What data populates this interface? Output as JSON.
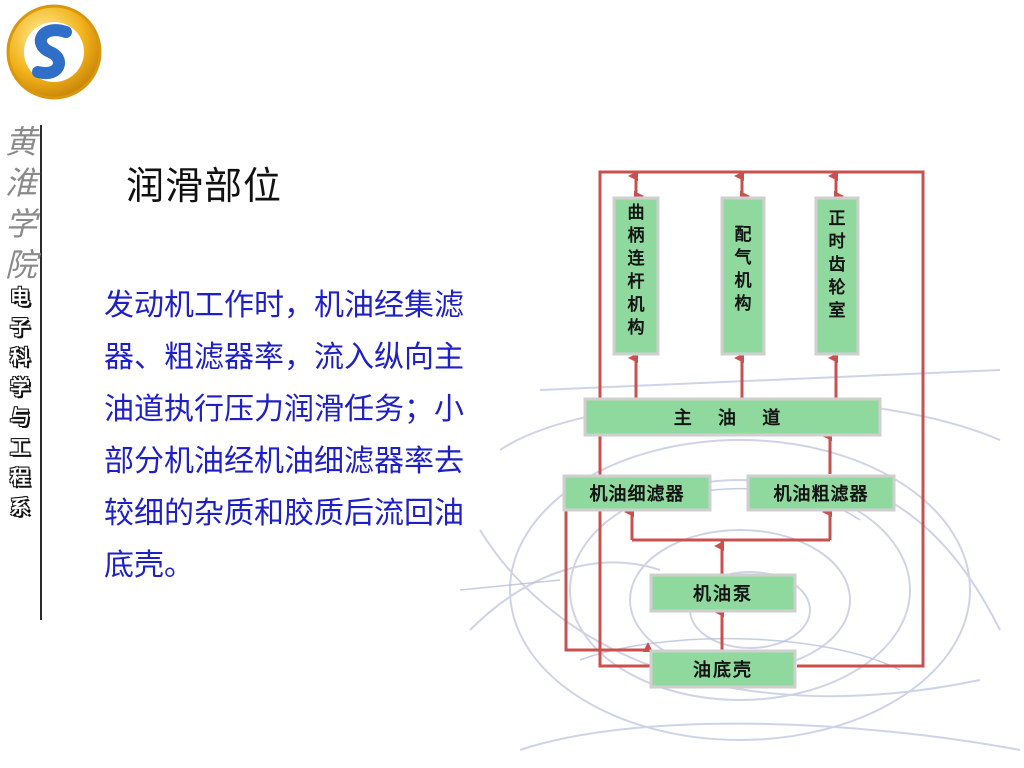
{
  "slide": {
    "title": "润滑部位",
    "body": "发动机工作时，机油经集滤器、粗滤器率，流入纵向主油道执行压力润滑任务；小部分机油经机油细滤器率去较细的杂质和胶质后流回油底壳。"
  },
  "sidebar": {
    "logo_icon": "swirl-s-logo-icon",
    "calligraphy": [
      "黄",
      "淮",
      "学",
      "院"
    ],
    "department": [
      "电",
      "子",
      "科",
      "学",
      "与",
      "工",
      "程",
      "系"
    ]
  },
  "diagram": {
    "boxes": {
      "crank": "曲柄连杆机构",
      "valve": "配气机构",
      "timing": "正时齿轮室",
      "main_gallery": "主 油 道",
      "fine_filter": "机油细滤器",
      "coarse_filter": "机油粗滤器",
      "pump": "机油泵",
      "sump": "油底壳"
    },
    "colors": {
      "box_fill": "#8fd99f",
      "box_stroke": "#d9d9d9",
      "line": "#c8504e",
      "arrow": "#c8504e"
    }
  }
}
